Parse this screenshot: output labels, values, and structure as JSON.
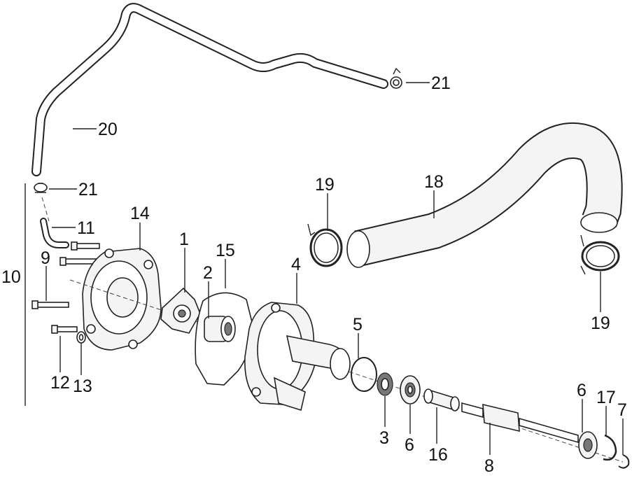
{
  "diagram": {
    "callouts": [
      {
        "id": "c1",
        "text": "1"
      },
      {
        "id": "c2",
        "text": "2"
      },
      {
        "id": "c3",
        "text": "3"
      },
      {
        "id": "c4",
        "text": "4"
      },
      {
        "id": "c5",
        "text": "5"
      },
      {
        "id": "c6a",
        "text": "6"
      },
      {
        "id": "c6b",
        "text": "6"
      },
      {
        "id": "c7",
        "text": "7"
      },
      {
        "id": "c8",
        "text": "8"
      },
      {
        "id": "c9",
        "text": "9"
      },
      {
        "id": "c10",
        "text": "10"
      },
      {
        "id": "c11",
        "text": "11"
      },
      {
        "id": "c12",
        "text": "12"
      },
      {
        "id": "c13",
        "text": "13"
      },
      {
        "id": "c14",
        "text": "14"
      },
      {
        "id": "c15",
        "text": "15"
      },
      {
        "id": "c16",
        "text": "16"
      },
      {
        "id": "c17",
        "text": "17"
      },
      {
        "id": "c18",
        "text": "18"
      },
      {
        "id": "c19a",
        "text": "19"
      },
      {
        "id": "c19b",
        "text": "19"
      },
      {
        "id": "c20",
        "text": "20"
      },
      {
        "id": "c21a",
        "text": "21"
      },
      {
        "id": "c21b",
        "text": "21"
      }
    ]
  }
}
